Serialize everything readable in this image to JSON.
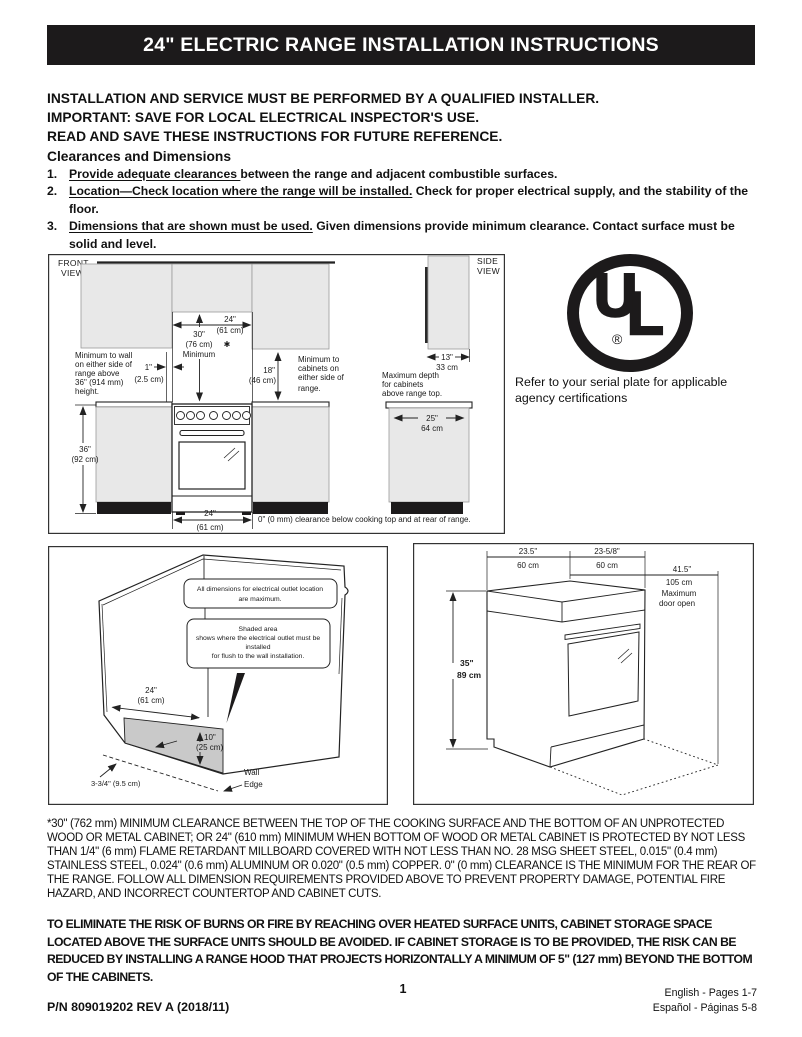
{
  "colors": {
    "header_bg": "#1c1a1b",
    "cabinet_fill": "#e8e8e8",
    "shaded_fill": "#c9c9c9",
    "text": "#111111"
  },
  "header": {
    "title": "24\" ELECTRIC RANGE INSTALLATION INSTRUCTIONS"
  },
  "intro": [
    "INSTALLATION AND SERVICE MUST BE PERFORMED BY A QUALIFIED INSTALLER.",
    "IMPORTANT: SAVE FOR LOCAL ELECTRICAL INSPECTOR'S USE.",
    "READ AND SAVE THESE INSTRUCTIONS FOR FUTURE REFERENCE."
  ],
  "section": {
    "heading": "Clearances and Dimensions",
    "items": [
      {
        "num": "1.",
        "lead": "Provide adequate clearances ",
        "rest": "between the range and adjacent combustible surfaces."
      },
      {
        "num": "2.",
        "lead": "Location—Check location where the range will be installed.",
        "rest": " Check for proper electrical supply, and the stability of the floor."
      },
      {
        "num": "3.",
        "lead": "Dimensions that are shown must be used.",
        "rest": " Given dimensions provide minimum clearance. Contact surface must be solid and level."
      }
    ]
  },
  "fig1": {
    "front_view": [
      "FRONT",
      "VIEW"
    ],
    "side_view": [
      "SIDE",
      "VIEW"
    ],
    "dim_24_top": [
      "24\"",
      "(61 cm)"
    ],
    "asterisk": "✱",
    "dim_30": [
      "30\"",
      "(76 cm)",
      "Minimum"
    ],
    "dim_1": [
      "1\"",
      "(2.5 cm)"
    ],
    "dim_18": [
      "18\"",
      "(46 cm)"
    ],
    "wall_note": [
      "Minimum to wall",
      "on either side of",
      "range above",
      "36'' (914 mm)",
      "height."
    ],
    "cabinet_note": [
      "Minimum to",
      "cabinets on",
      "either side of",
      "range."
    ],
    "dim_13": [
      "13\"",
      "33 cm"
    ],
    "depth_note": [
      "Maximum depth",
      "for cabinets",
      "above range top."
    ],
    "dim_25": [
      "25\"",
      "64 cm"
    ],
    "dim_36": [
      "36\"",
      "(92 cm)"
    ],
    "dim_24_bottom": [
      "24\"",
      "(61 cm)"
    ],
    "zero_clearance": "0\" (0 mm) clearance below cooking top and at rear of range."
  },
  "ul_mark": {
    "u": "U",
    "l": "L",
    "registered": "®",
    "caption": "Refer to your serial plate for applicable agency certifications"
  },
  "fig2": {
    "callout_max": [
      "All dimensions for electrical outlet location",
      "are maximum."
    ],
    "callout_shaded": [
      "Shaded area",
      "shows where the electrical outlet must be",
      "installed",
      "for flush to the wall installation."
    ],
    "dim_24": [
      "24\"",
      "(61 cm)"
    ],
    "dim_10": [
      "10\"",
      "(25 cm)"
    ],
    "dim_wall_offset": "3-3/4\" (9.5 cm)",
    "wall_edge": [
      "Wall",
      "Edge"
    ]
  },
  "fig3": {
    "dim_left": [
      "23.5\"",
      "60 cm"
    ],
    "dim_right": [
      "23-5/8\"",
      "60 cm"
    ],
    "dim_door": [
      "41.5\"",
      "105 cm",
      "Maximum",
      "door open"
    ],
    "dim_height": [
      "35\"",
      "89 cm"
    ]
  },
  "notes": {
    "clearance_note": "*30\" (762 mm) MINIMUM CLEARANCE BETWEEN THE TOP OF THE COOKING SURFACE AND THE  BOTTOM OF AN UNPROTECTED WOOD OR METAL CABINET; OR 24\" (610 mm) MINIMUM WHEN BOTTOM OF WOOD OR METAL CABINET IS PROTECTED BY NOT LESS THAN 1/4\" (6 mm) FLAME RETARDANT MILLBOARD COVERED WITH NOT LESS THAN NO. 28 MSG SHEET STEEL, 0.015\" (0.4 mm) STAINLESS STEEL, 0.024\" (0.6 mm) ALUMINUM OR 0.020\" (0.5 mm) COPPER. 0\" (0 mm) CLEARANCE IS THE MINIMUM FOR THE REAR OF THE RANGE. FOLLOW ALL DIMENSION REQUIREMENTS PROVIDED ABOVE TO PREVENT PROPERTY DAMAGE, POTENTIAL FIRE HAZARD, AND INCORRECT COUNTERTOP AND CABINET CUTS.",
    "warning": "TO ELIMINATE THE RISK OF BURNS OR FIRE BY REACHING OVER HEATED SURFACE UNITS, CABINET STORAGE SPACE LOCATED ABOVE THE SURFACE UNITS SHOULD BE AVOIDED. IF CABINET STORAGE IS TO BE PROVIDED, THE RISK CAN BE REDUCED BY INSTALLING A RANGE HOOD THAT PROJECTS HORIZONTALLY A MINIMUM OF 5\" (127 mm) BEYOND THE BOTTOM OF THE CABINETS."
  },
  "footer": {
    "page_number": "1",
    "part_number": "P/N  809019202 REV A (2018/11)",
    "english": "English - Pages 1-7",
    "spanish": "Español - Páginas 5-8"
  }
}
